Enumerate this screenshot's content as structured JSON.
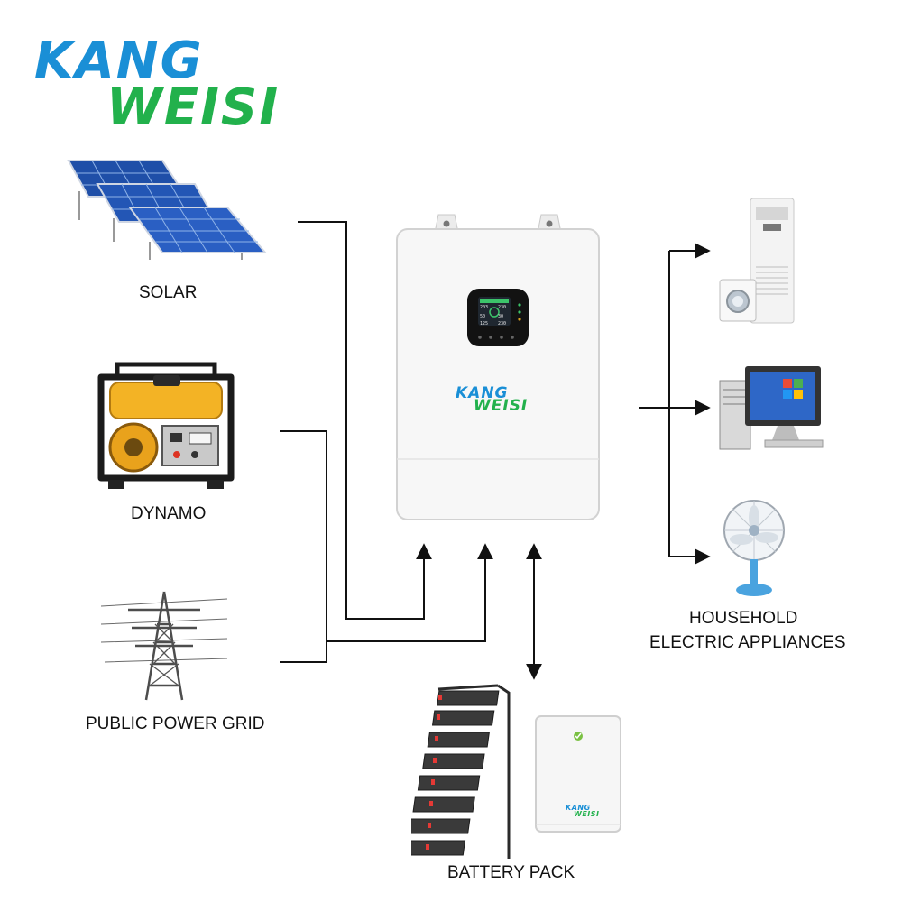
{
  "brand": {
    "line1": "KANG",
    "line2": "WEISI",
    "color1": "#1a8fd6",
    "color2": "#22b14c"
  },
  "sources": [
    {
      "label": "SOLAR",
      "icon": "solar-panel-icon"
    },
    {
      "label": "DYNAMO",
      "icon": "generator-icon"
    },
    {
      "label": "PUBLIC POWER GRID",
      "icon": "power-tower-icon"
    }
  ],
  "inverter": {
    "icon": "hybrid-inverter-icon",
    "logo_line1": "KANG",
    "logo_line2": "WEISI",
    "screen_values": [
      "203",
      "230",
      "50",
      "30",
      "125",
      "230"
    ]
  },
  "loads": {
    "label_line1": "HOUSEHOLD",
    "label_line2": "ELECTRIC APPLIANCES",
    "items": [
      "air-conditioner-icon",
      "desktop-computer-icon",
      "electric-fan-icon"
    ]
  },
  "battery": {
    "label": "BATTERY PACK",
    "icons": [
      "battery-rack-icon",
      "wall-battery-icon"
    ],
    "logo_line1": "KANG",
    "logo_line2": "WEISI"
  },
  "colors": {
    "wire": "#111111",
    "inverter_body": "#f7f7f7",
    "screen": "#121212"
  }
}
